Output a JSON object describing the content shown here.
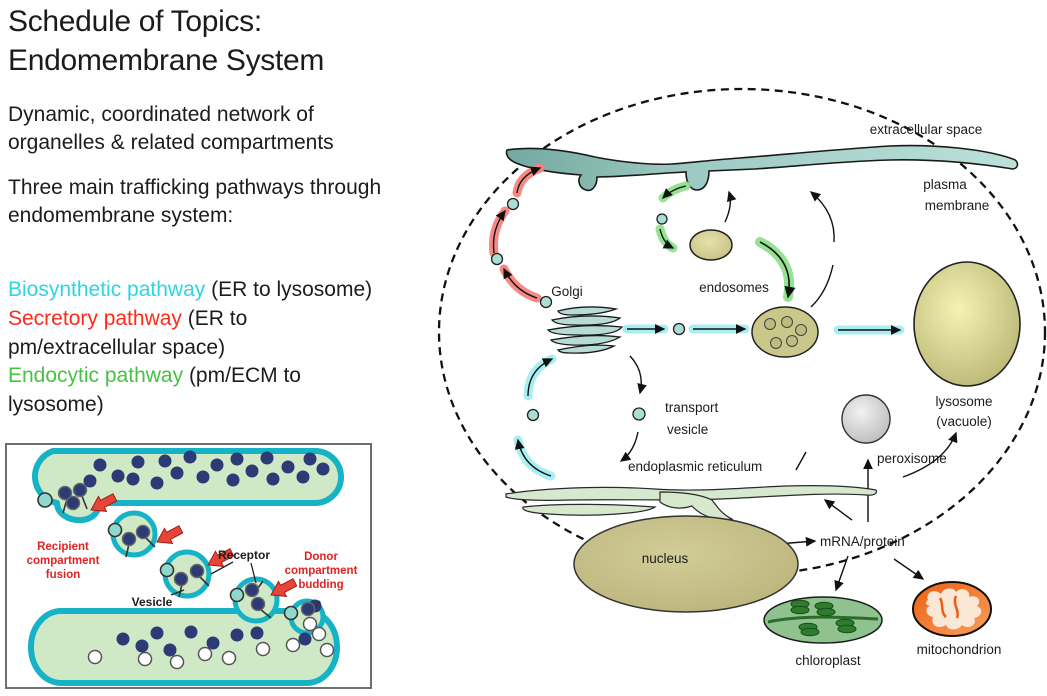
{
  "slide": {
    "title_lines": [
      "Schedule of Topics:",
      "Endomembrane System"
    ],
    "intro_lines": [
      "Dynamic, coordinated network of",
      "organelles & related compartments"
    ],
    "pathways_intro_lines": [
      "Three main trafficking pathways through",
      "endomembrane system:"
    ],
    "pathway_lines": [
      [
        {
          "text": "Biosynthetic pathway ",
          "color": "#2bd5e4"
        },
        {
          "text": "(ER to lysosome)",
          "color": "#1c1c1c"
        }
      ],
      [
        {
          "text": "Secretory pathway ",
          "color": "#fe2a1c"
        },
        {
          "text": "(ER to",
          "color": "#1c1c1c"
        }
      ],
      [
        {
          "text": "pm/extracellular space)",
          "color": "#1c1c1c"
        }
      ],
      [
        {
          "text": "Endocytic pathway ",
          "color": "#48c244"
        },
        {
          "text": "(pm/ECM to",
          "color": "#1c1c1c"
        }
      ],
      [
        {
          "text": "lysosome)",
          "color": "#1c1c1c"
        }
      ]
    ]
  },
  "inset": {
    "labels": {
      "recipient_lines": [
        "Recipient",
        "compartment",
        "fusion"
      ],
      "vesicle": "Vesicle",
      "receptor": "Receptor",
      "donor_lines": [
        "Donor",
        "compartment",
        "budding"
      ]
    },
    "colors": {
      "membrane": "#16b2c6",
      "fill": "#cfe9c6",
      "cargo_dot": "#2c3a75",
      "arrow": "#e8453a",
      "label_red": "#e02424"
    }
  },
  "cell_diagram": {
    "labels": {
      "extracellular_space": "extracellular space",
      "plasma_membrane_lines": [
        "plasma",
        "membrane"
      ],
      "golgi": "Golgi",
      "endosomes": "endosomes",
      "lysosome_lines": [
        "lysosome",
        "(vacuole)"
      ],
      "transport_vesicle_lines": [
        "transport",
        "vesicle"
      ],
      "endoplasmic_reticulum": "endoplasmic reticulum",
      "peroxisome": "peroxisome",
      "nucleus": "nucleus",
      "mrna_protein": "mRNA/protein",
      "chloroplast": "chloroplast",
      "mitochondrion": "mitochondrion"
    },
    "pathway_colors": {
      "biosynthetic_glow": "#a3eef2",
      "secretory_glow": "#f5837d",
      "endocytic_glow": "#8fe18c"
    }
  }
}
